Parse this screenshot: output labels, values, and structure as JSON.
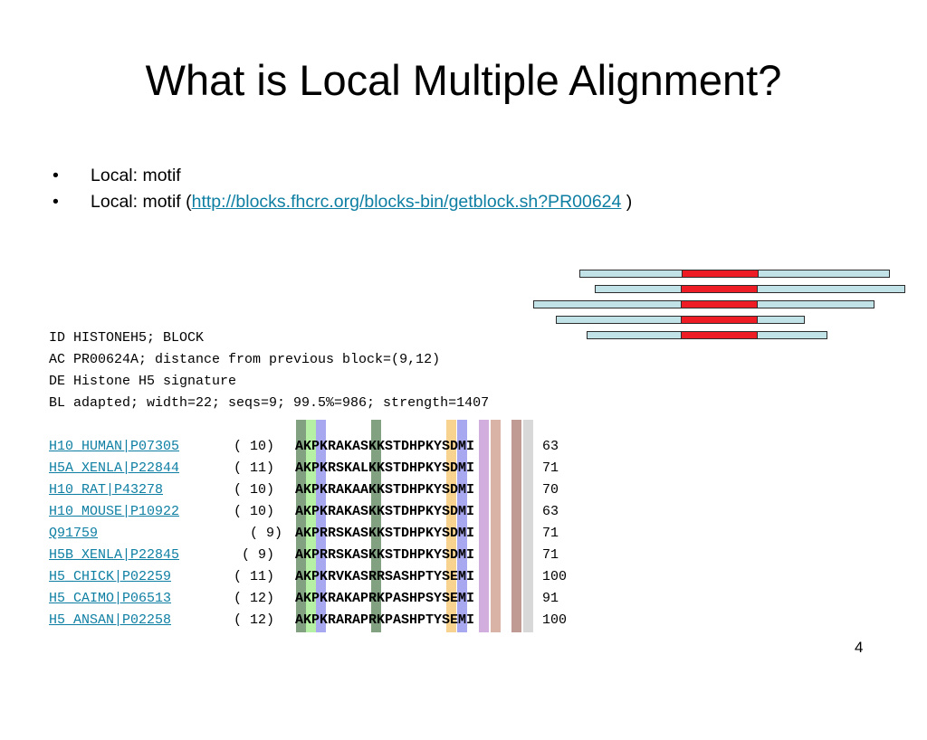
{
  "slide": {
    "title": "What is Local Multiple Alignment?",
    "bullets": [
      {
        "text": "Local: motif"
      },
      {
        "prefix": "Local: motif (",
        "link": "http://blocks.fhcrc.org/blocks-bin/getblock.sh?PR00624",
        "suffix": " )"
      }
    ],
    "page_number": "4"
  },
  "block": {
    "header_lines": [
      "ID HISTONEH5; BLOCK",
      "AC PR00624A; distance from previous block=(9,12)",
      "DE Histone H5 signature",
      "BL adapted; width=22; seqs=9; 99.5%=986; strength=1407"
    ],
    "entries": [
      {
        "name": "H10_HUMAN|P07305",
        "pos": "( 10)",
        "seq": "AKPKRAKASKKSTDHPKYSDMI",
        "score": "63"
      },
      {
        "name": "H5A_XENLA|P22844",
        "pos": "( 11)",
        "seq": "AKPKRSKALKKSTDHPKYSDMI",
        "score": "71"
      },
      {
        "name": "H10_RAT|P43278",
        "pos": "( 10)",
        "seq": "AKPKRAKAAKKSTDHPKYSDMI",
        "score": "70"
      },
      {
        "name": "H10_MOUSE|P10922",
        "pos": "( 10)",
        "seq": "AKPKRAKASKKSTDHPKYSDMI",
        "score": "63"
      },
      {
        "name": "Q91759",
        "pos": "  ( 9)",
        "seq": "AKPRRSKASKKSTDHPKYSDMI",
        "score": "71"
      },
      {
        "name": "H5B_XENLA|P22845",
        "pos": " ( 9)",
        "seq": "AKPRRSKASKKSTDHPKYSDMI",
        "score": "71"
      },
      {
        "name": "H5_CHICK|P02259",
        "pos": "( 11)",
        "seq": "AKPKRVKASRRSASHPTYSEMI",
        "score": "100"
      },
      {
        "name": "H5_CAIMO|P06513",
        "pos": "( 12)",
        "seq": "AKPKRAKAPRKPASHPSYSEMI",
        "score": "91"
      },
      {
        "name": "H5_ANSAN|P02258",
        "pos": "( 12)",
        "seq": "AKPKRARAPRKPASHPTYSEMI",
        "score": "100"
      }
    ]
  },
  "colors": {
    "link": "#0e7fa3",
    "motif": "#ee1c24",
    "sequence_bar": "#c1e3e7",
    "conserved_columns": [
      "#81a181",
      "#b5f0a5",
      "#a8a8f0",
      "#81a181",
      "#f8d28f",
      "#a8a8f0",
      "#d2aede",
      "#d9b4a6",
      "#bf9b93",
      "#d8d8d8"
    ]
  }
}
